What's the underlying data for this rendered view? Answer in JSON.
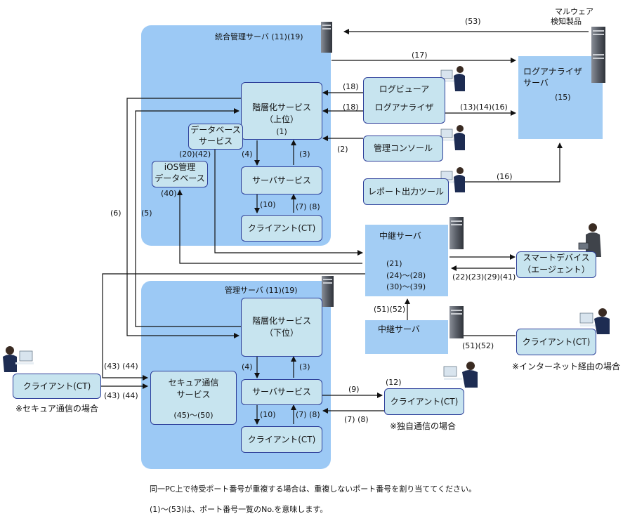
{
  "panels": {
    "integrated": "統合管理サーバ (11)(19)",
    "management": "管理サーバ (11)(19)"
  },
  "boxes": {
    "hier_upper": [
      "階層化サービス",
      "（上位）",
      "(1)"
    ],
    "db_service": [
      "データベース",
      "サービス"
    ],
    "ios_db": [
      "iOS管理",
      "データベース"
    ],
    "server_service_1": "サーバサービス",
    "client_ct_1": "クライアント(CT)",
    "log_viewer": "ログビューア",
    "log_analyzer_tool": "ログアナライザ",
    "admin_console": "管理コンソール",
    "report_tool": "レポート出力ツール",
    "log_analyzer_server": [
      "ログアナライザ",
      "サーバ",
      "(15)"
    ],
    "malware": [
      "マルウェア",
      "検知製品"
    ],
    "relay_server_1": [
      "中継サーバ",
      "(21)",
      "(24)～(28)",
      "(30)～(39)"
    ],
    "smart_device": [
      "スマートデバイス",
      "（エージェント）"
    ],
    "relay_server_2": "中継サーバ",
    "client_internet": "クライアント(CT)",
    "hier_lower": [
      "階層化サービス",
      "（下位）"
    ],
    "secure_comm": [
      "セキュア通信",
      "サービス",
      "(45)～(50)"
    ],
    "server_service_2": "サーバサービス",
    "client_ct_2": "クライアント(CT)",
    "client_own": "クライアント(CT)",
    "client_secure": "クライアント(CT)"
  },
  "ports": {
    "p53": "(53)",
    "p17": "(17)",
    "p18a": "(18)",
    "p18b": "(18)",
    "p131416": "(13)(14)(16)",
    "p2": "(2)",
    "p16": "(16)",
    "p2042": "(20)(42)",
    "p40": "(40)",
    "p4a": "(4)",
    "p3a": "(3)",
    "p10a": "(10)",
    "p78a": "(7)  (8)",
    "p6": "(6)",
    "p5": "(5)",
    "p22232941": "(22)(23)(29)(41)",
    "p5152a": "(51)(52)",
    "p5152b": "(51)(52)",
    "p4344a": "(43)  (44)",
    "p4344b": "(43)  (44)",
    "p4b": "(4)",
    "p3b": "(3)",
    "p10b": "(10)",
    "p78b": "(7)  (8)",
    "p9": "(9)",
    "p12": "(12)",
    "p78c": "(7)  (8)"
  },
  "notes": {
    "internet": "※インターネット経由の場合",
    "secure": "※セキュア通信の場合",
    "own": "※独自通信の場合",
    "footer1": "同一PC上で待受ポート番号が重複する場合は、重複しないポート番号を割り当ててください。",
    "footer2": "(1)～(53)は、ポート番号一覧のNo.を意味します。"
  },
  "colors": {
    "panel": "#9cc9f5",
    "box": "#c7e4ef",
    "border": "#2d3f9a",
    "server": "#4a4f58"
  }
}
